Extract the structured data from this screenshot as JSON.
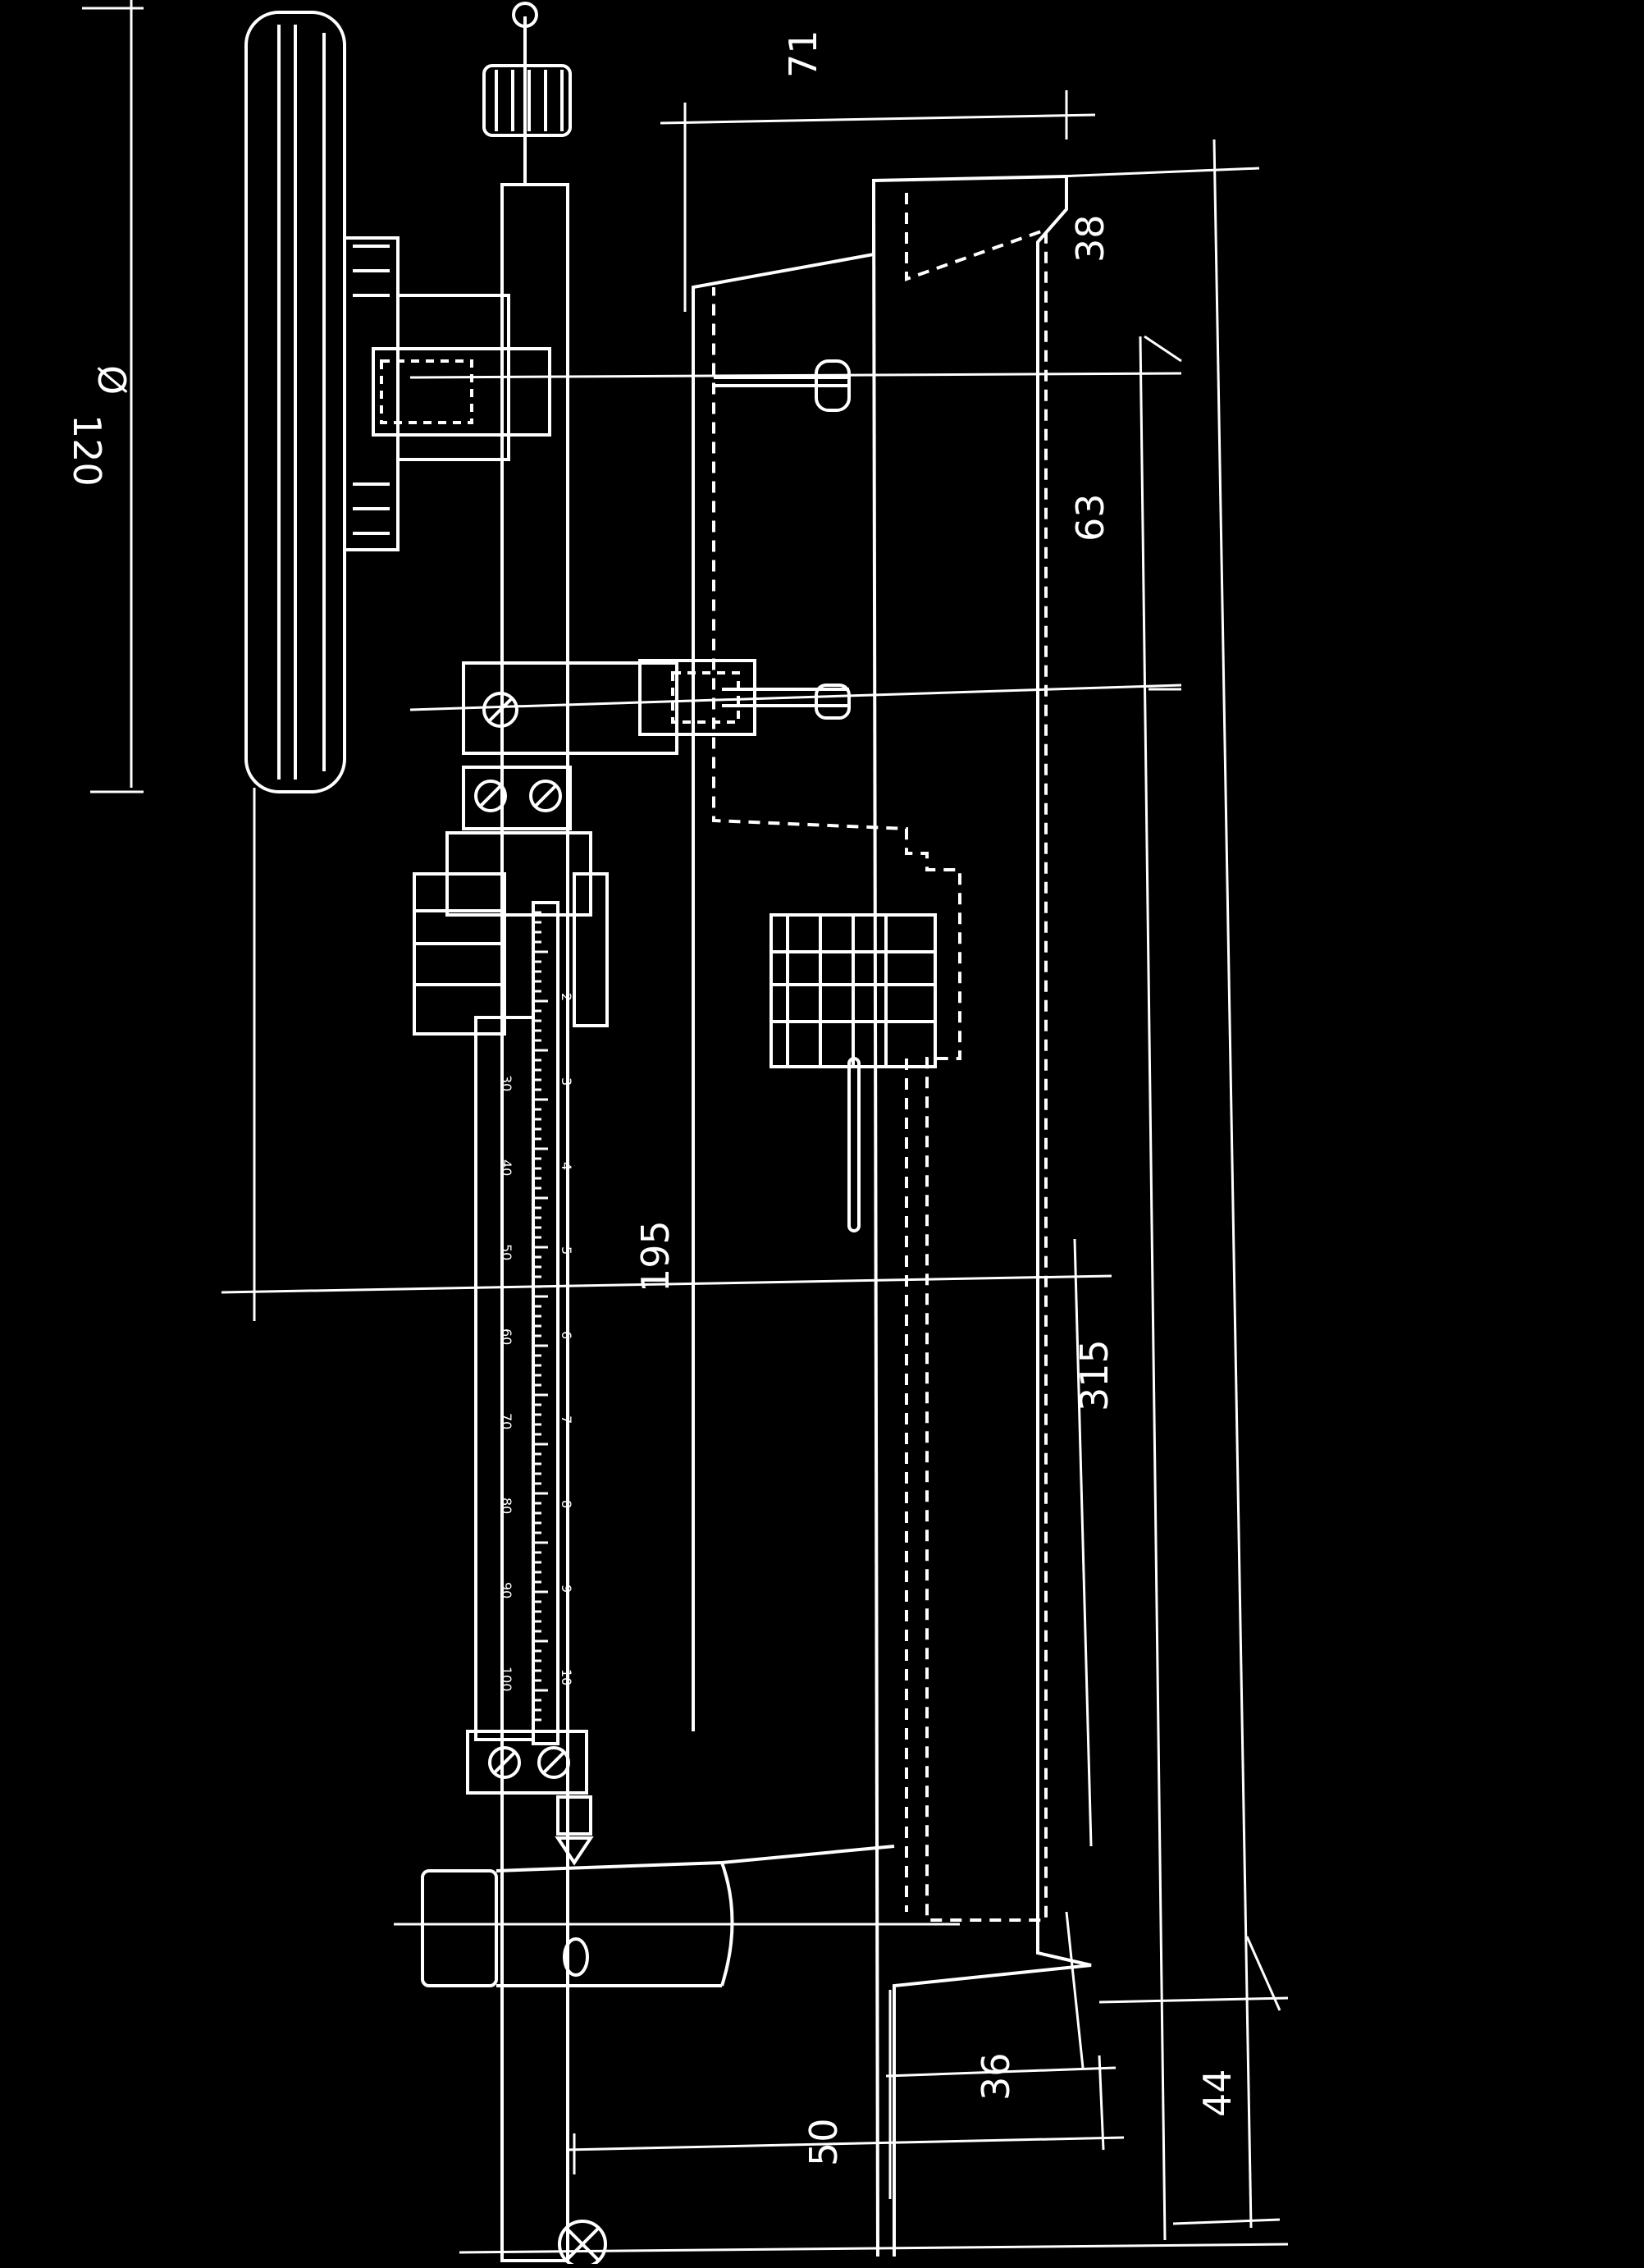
{
  "diagram": {
    "background": "#000000",
    "line_color": "#ffffff",
    "dimensions": {
      "dia_symbol": "Ø",
      "dia_value": "120",
      "d71": "71",
      "d38": "38",
      "d63": "63",
      "d195": "195",
      "d315": "315",
      "d36": "36",
      "d50": "50",
      "d44": "44"
    },
    "scale_marks_primary": [
      "30",
      "40",
      "50",
      "60",
      "70",
      "80",
      "90",
      "100"
    ],
    "scale_marks_secondary": [
      "2",
      "3",
      "4",
      "5",
      "6",
      "7",
      "8",
      "9",
      "10"
    ]
  }
}
